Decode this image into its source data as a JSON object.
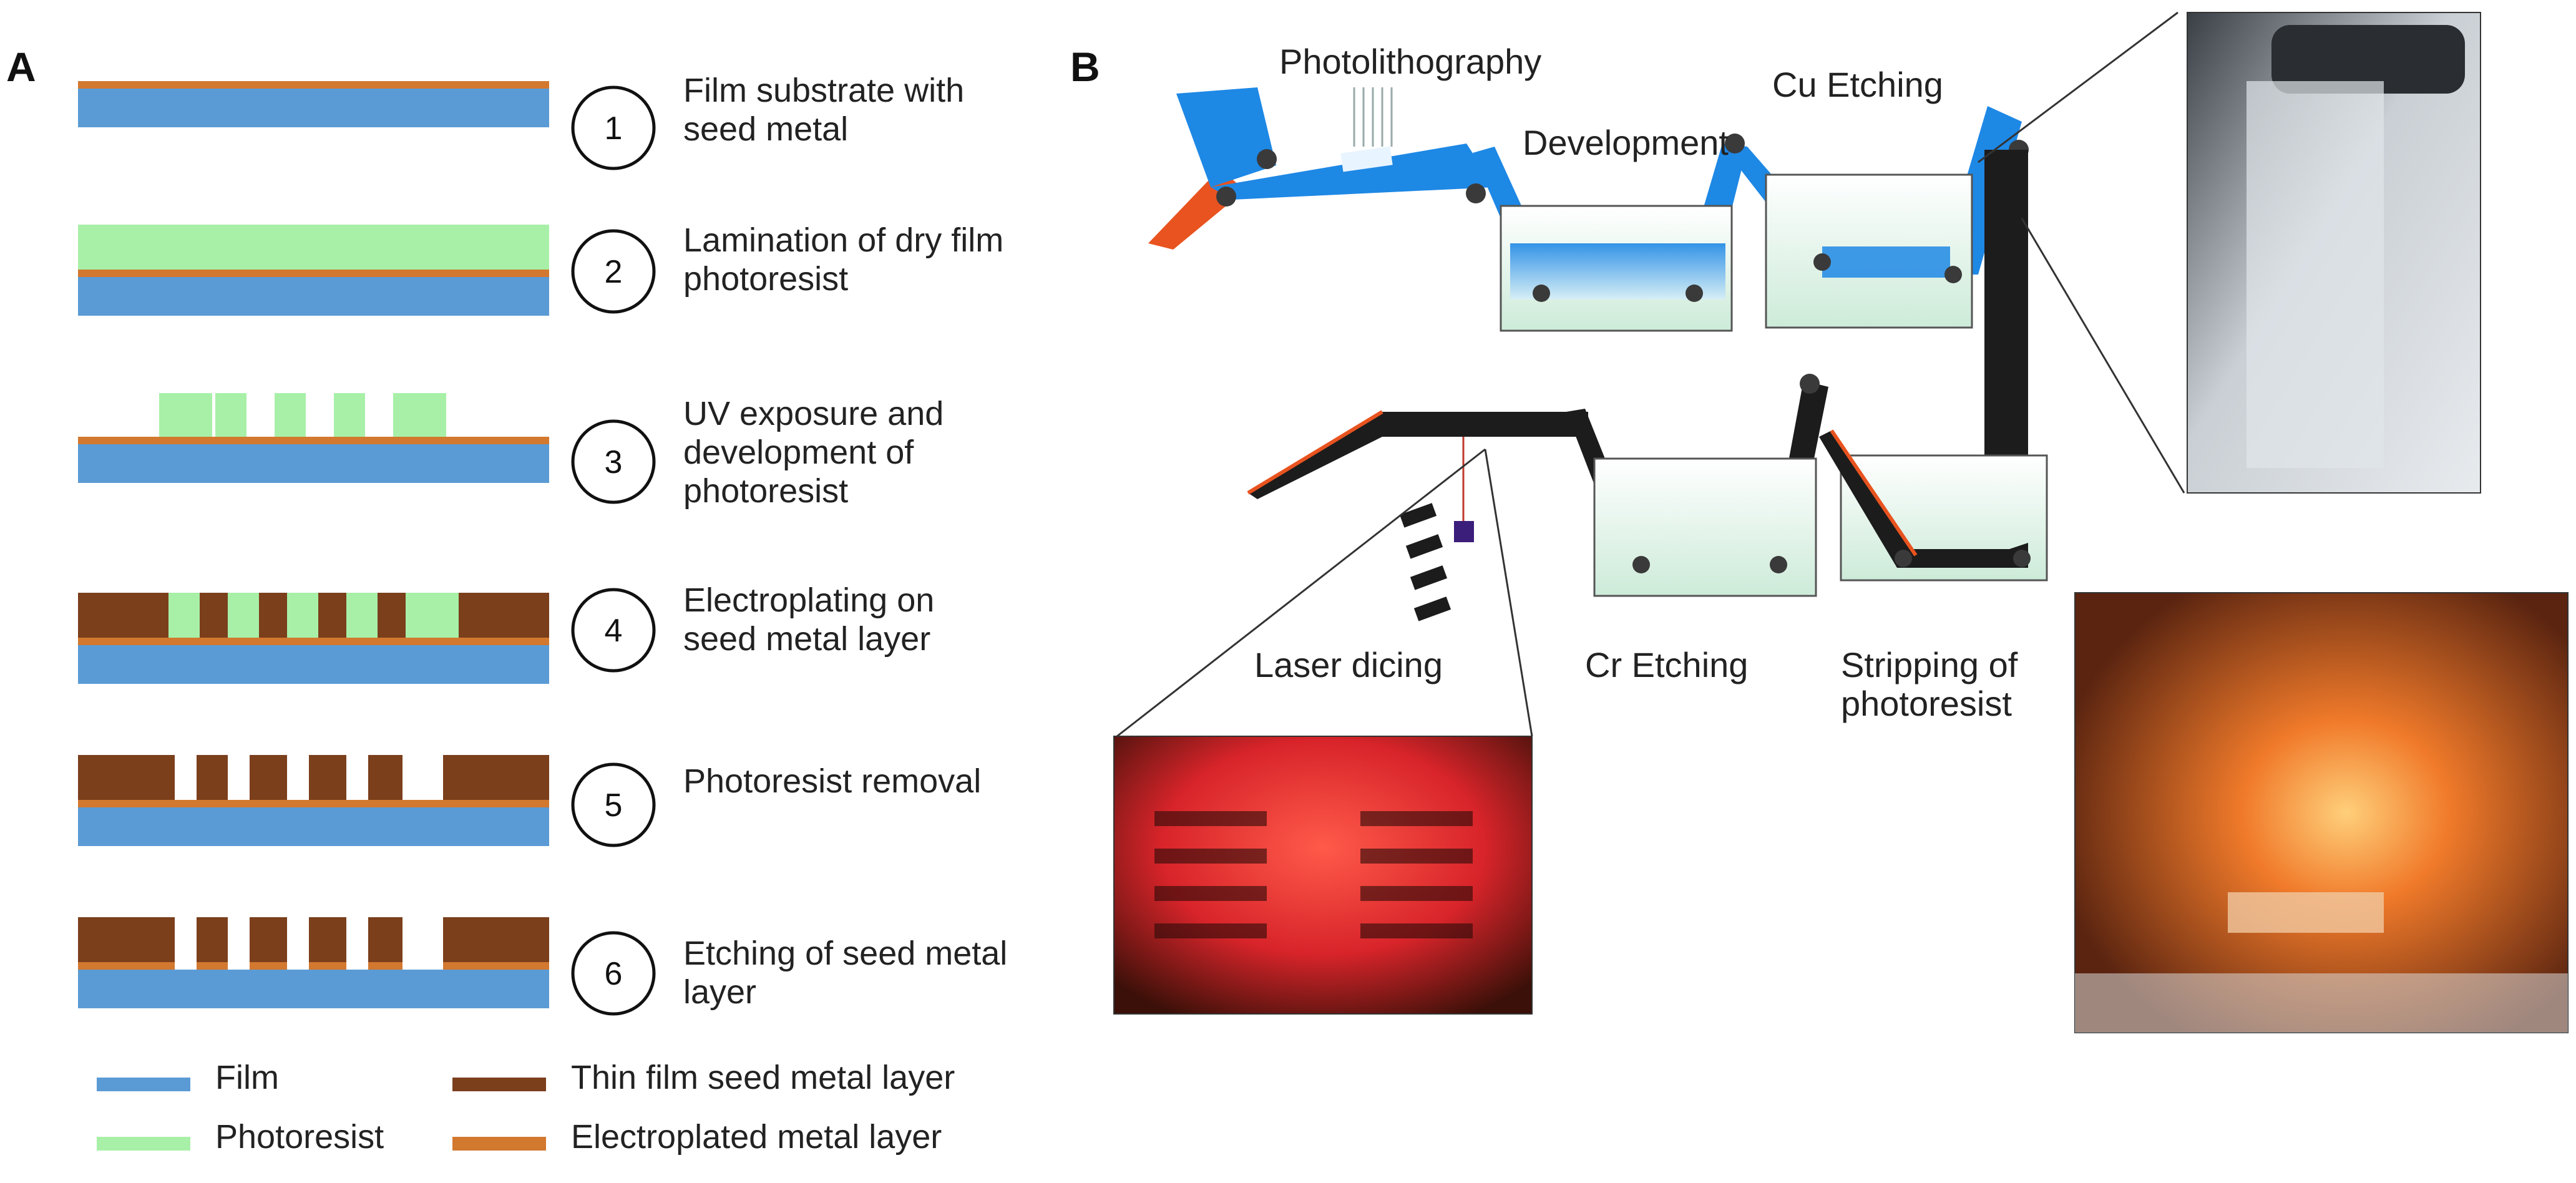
{
  "panels": {
    "a": {
      "letter": "A"
    },
    "b": {
      "letter": "B"
    }
  },
  "colors": {
    "film": "#5b9bd5",
    "photoresist": "#a8f0a8",
    "seed_metal": "#7b3f1c",
    "electroplated": "#d2782f",
    "tank_water": "#dff3e8",
    "belt_blue": "#1e88e5",
    "belt_black": "#1c1c1c"
  },
  "steps": [
    {
      "num": "1",
      "lines": [
        "Film substrate with",
        "seed metal"
      ]
    },
    {
      "num": "2",
      "lines": [
        "Lamination of dry film",
        "photoresist"
      ]
    },
    {
      "num": "3",
      "lines": [
        "UV exposure and",
        "development of",
        "photoresist"
      ]
    },
    {
      "num": "4",
      "lines": [
        "Electroplating  on",
        "seed metal layer"
      ]
    },
    {
      "num": "5",
      "lines": [
        "Photoresist removal"
      ]
    },
    {
      "num": "6",
      "lines": [
        "Etching of seed metal",
        "layer"
      ]
    }
  ],
  "legend": [
    {
      "swatch": "film",
      "label": "Film"
    },
    {
      "swatch": "photoresist",
      "label": "Photoresist"
    },
    {
      "swatch": "seed_metal",
      "label": "Thin film seed metal layer"
    },
    {
      "swatch": "electroplated",
      "label": "Electroplated metal layer"
    }
  ],
  "process": {
    "photolithography": "Photolithography",
    "development": "Development",
    "cu_etching": "Cu Etching",
    "laser_dicing": "Laser dicing",
    "cr_etching": "Cr Etching",
    "stripping": [
      "Stripping of",
      "photoresist"
    ]
  }
}
